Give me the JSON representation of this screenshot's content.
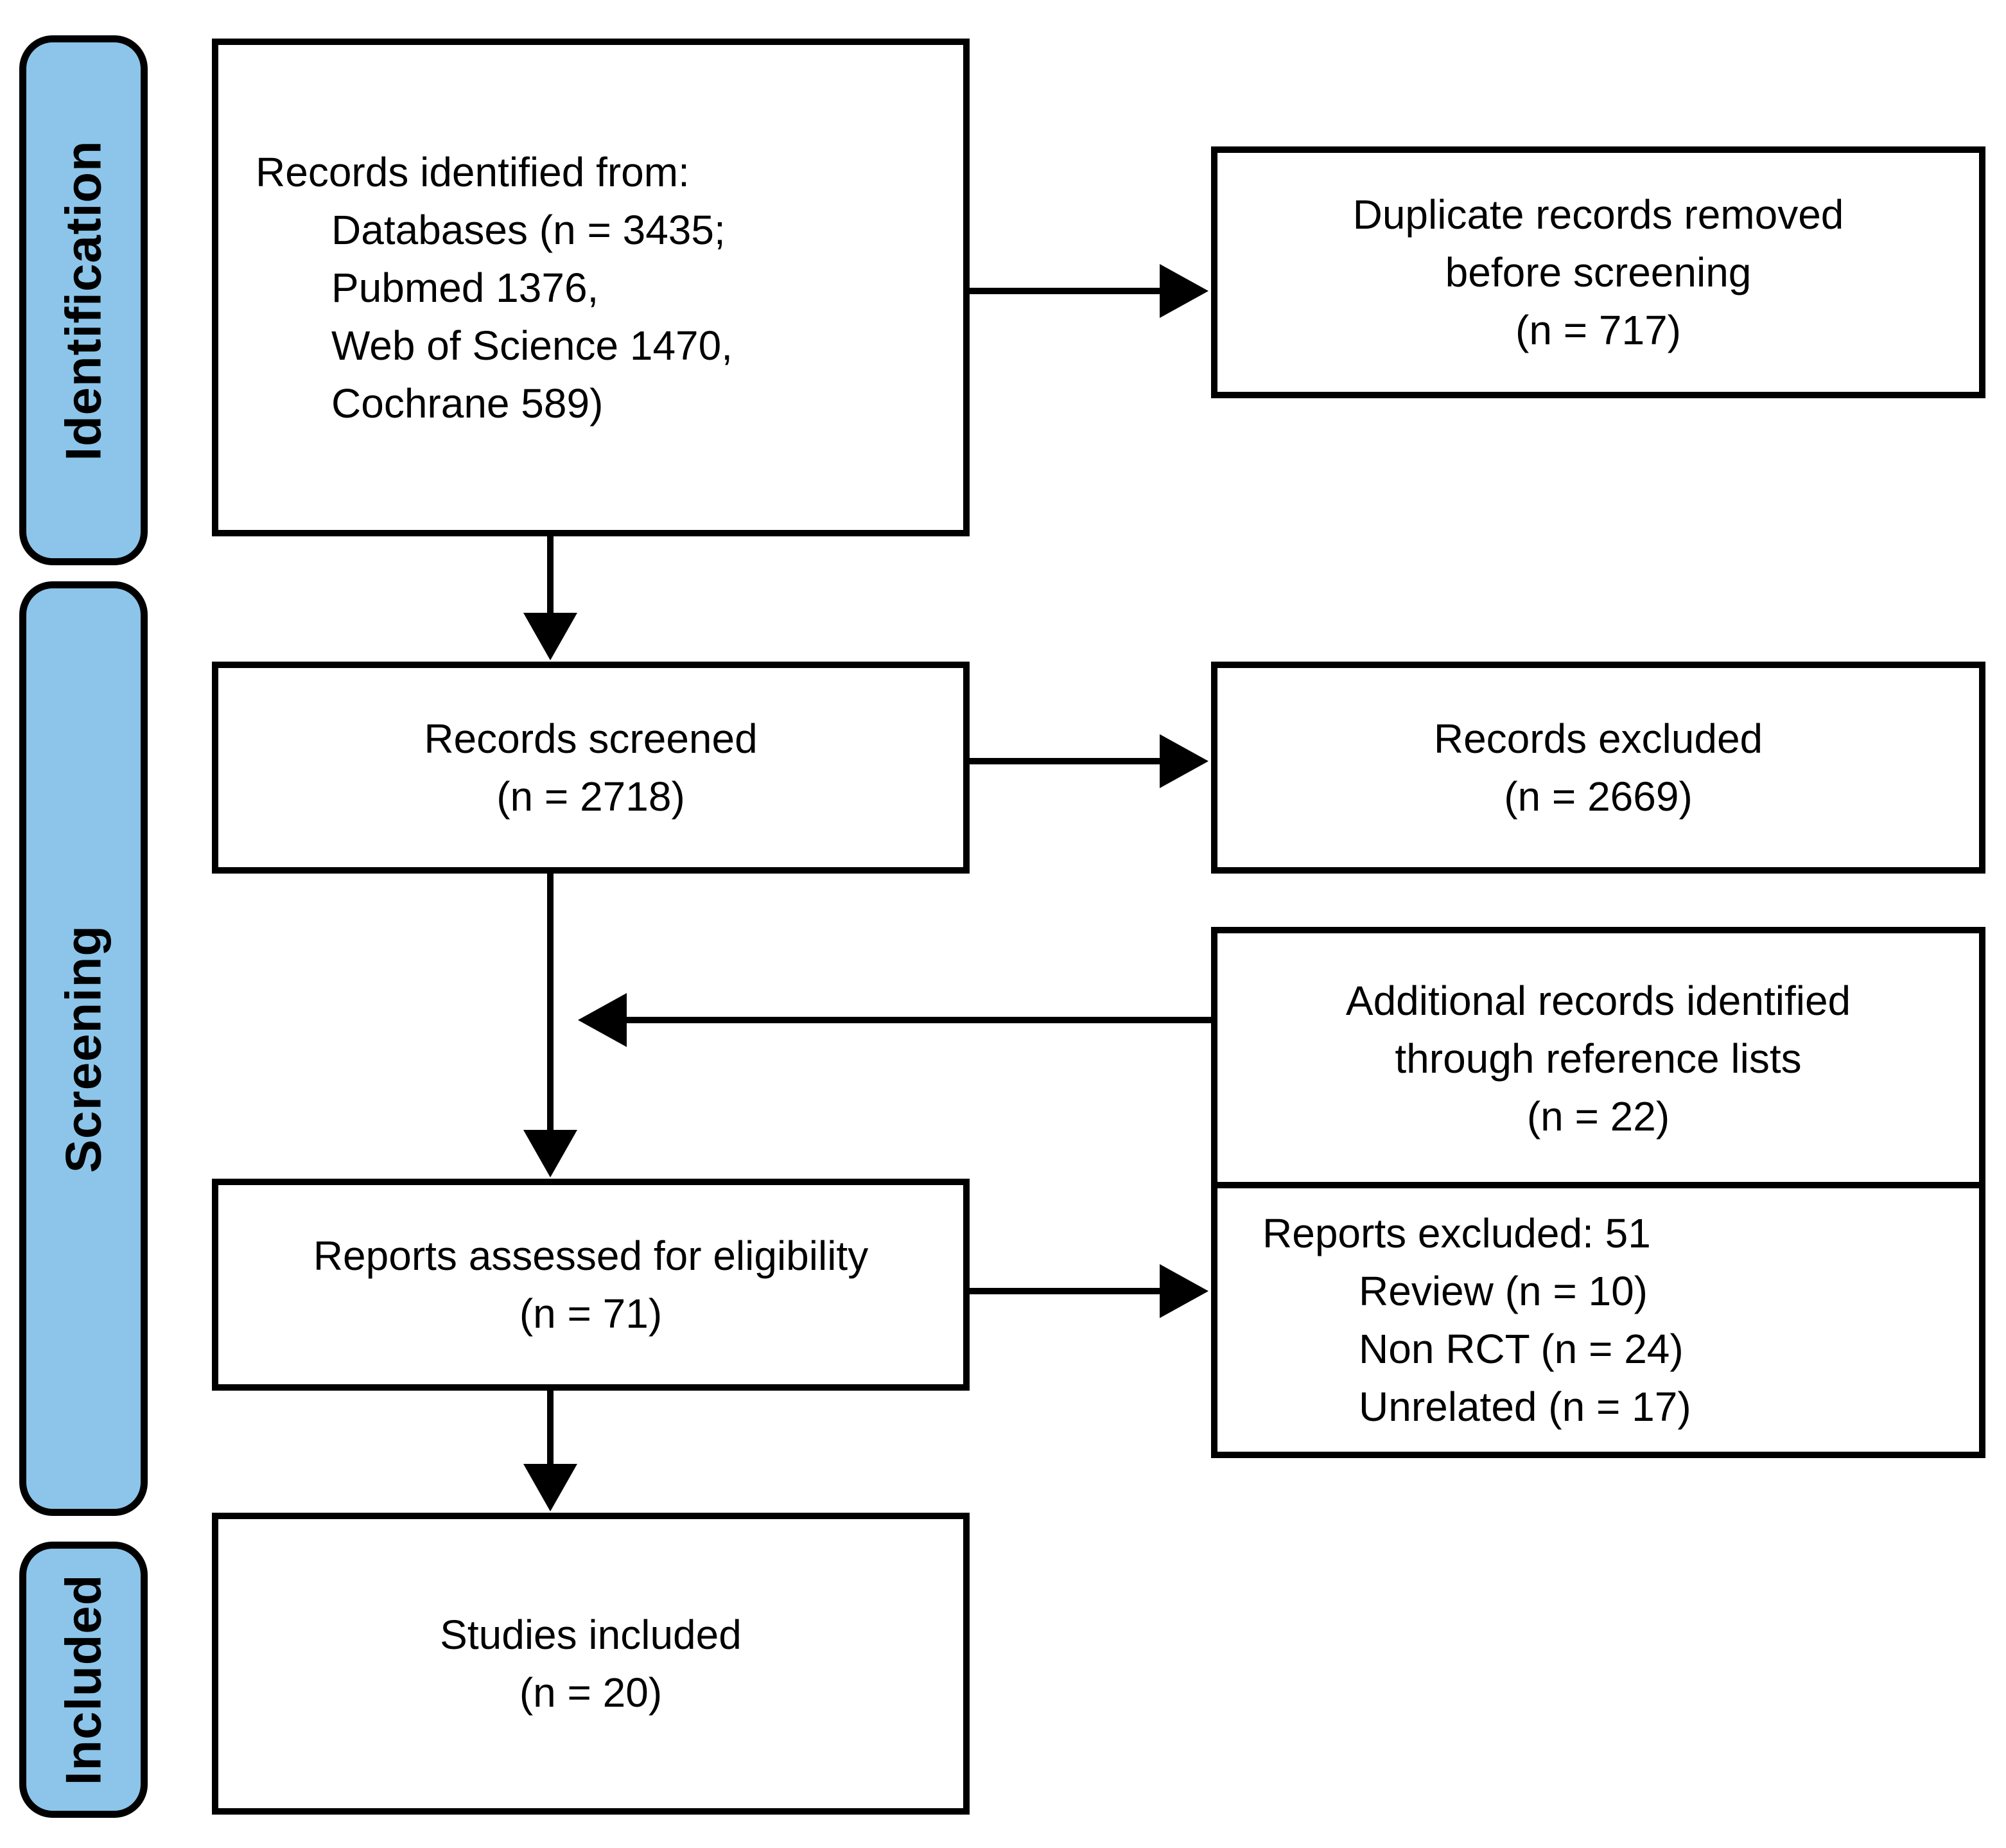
{
  "figure": {
    "type": "prisma-flow-diagram",
    "colors": {
      "stage_fill": "#8CC5E9",
      "box_border": "#000000",
      "box_fill": "#ffffff"
    }
  },
  "sidebar": {
    "stages": [
      {
        "label": "Identification"
      },
      {
        "label": "Screening"
      },
      {
        "label": "Included"
      }
    ]
  },
  "boxes": {
    "identified": {
      "lines": [
        "Records identified from:",
        "Databases (n = 3435;",
        "Pubmed 1376,",
        "Web of Science 1470,",
        "Cochrane 589)"
      ]
    },
    "duplicates_removed": {
      "lines": [
        "Duplicate records removed",
        "before screening",
        "(n = 717)"
      ]
    },
    "screened": {
      "lines": [
        "Records screened",
        "(n = 2718)"
      ]
    },
    "records_excluded": {
      "lines": [
        "Records excluded",
        "(n = 2669)"
      ]
    },
    "additional_records": {
      "lines": [
        "Additional records identified",
        "through reference lists",
        "(n = 22)"
      ]
    },
    "assessed": {
      "lines": [
        "Reports assessed for eligibility",
        "(n = 71)"
      ]
    },
    "reports_excluded": {
      "lines": [
        "Reports excluded: 51",
        "Review (n = 10)",
        "Non RCT (n = 24)",
        "Unrelated (n = 17)"
      ]
    },
    "studies_included": {
      "lines": [
        "Studies included",
        "(n = 20)"
      ]
    }
  }
}
